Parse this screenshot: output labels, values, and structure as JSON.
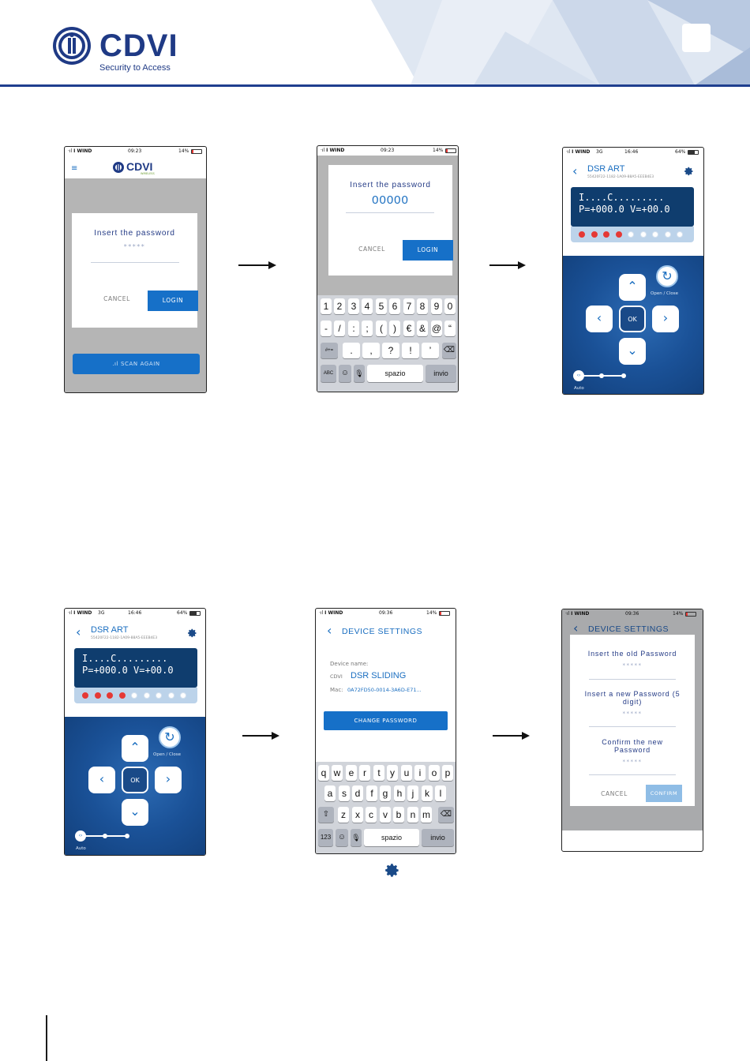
{
  "header": {
    "logo_text": "CDVI",
    "tagline": "Security to Access",
    "colors": {
      "brand": "#1f3a85",
      "accent": "#1670c8"
    }
  },
  "status": {
    "carrier": "I WIND",
    "time_a": "09:23",
    "battery_a": "14%",
    "network_3g": "3G",
    "time_b": "16:46",
    "battery_b": "64%",
    "time_c": "09:36"
  },
  "screen_login": {
    "brand": "CDVI",
    "brand_sub": "WIRELESS",
    "dialog_title": "Insert the password",
    "stars": "*****",
    "cancel": "CANCEL",
    "login": "LOGIN",
    "scan_again": "SCAN AGAIN"
  },
  "screen_login_typed": {
    "dialog_title": "Insert the password",
    "value": "00000",
    "cancel": "CANCEL",
    "login": "LOGIN"
  },
  "keyboard_numeric": {
    "row1": [
      "1",
      "2",
      "3",
      "4",
      "5",
      "6",
      "7",
      "8",
      "9",
      "0"
    ],
    "row2": [
      "-",
      "/",
      ":",
      ";",
      "(",
      ")",
      "€",
      "&",
      "@",
      "“"
    ],
    "row3_left": "#+=",
    "row3": [
      ".",
      ",",
      "?",
      "!",
      "’"
    ],
    "abc": "ABC",
    "space": "spazio",
    "enter": "invio"
  },
  "keyboard_alpha": {
    "row1": [
      "q",
      "w",
      "e",
      "r",
      "t",
      "y",
      "u",
      "i",
      "o",
      "p"
    ],
    "row2": [
      "a",
      "s",
      "d",
      "f",
      "g",
      "h",
      "j",
      "k",
      "l"
    ],
    "row3": [
      "z",
      "x",
      "c",
      "v",
      "b",
      "n",
      "m"
    ],
    "num": "123",
    "space": "spazio",
    "enter": "invio"
  },
  "control": {
    "device_name": "DSR ART",
    "device_id": "55420F22-1182-1A09-88A5-EEEB4E3",
    "lcd_line1": "I....C.........",
    "lcd_line2": "P=+000.0 V=+00.0",
    "leds": [
      true,
      true,
      true,
      true,
      false,
      false,
      false,
      false,
      false
    ],
    "ok": "OK",
    "open_close": "Open / Close",
    "auto": "Auto",
    "icons": [
      "chevron-up-icon",
      "chevron-down-icon",
      "chevron-left-icon",
      "chevron-right-icon",
      "refresh-icon",
      "gear-icon"
    ]
  },
  "device_settings": {
    "title": "DEVICE SETTINGS",
    "device_name_label": "Device name:",
    "prefix": "CDVI",
    "name": "DSR SLIDING",
    "mac_label": "Mac:",
    "mac": "0A72FD50-0014-3A6D-E71...",
    "change_password": "CHANGE PASSWORD"
  },
  "change_password_dialog": {
    "title": "DEVICE SETTINGS",
    "old_label": "Insert the old Password",
    "new_label": "Insert a new Password (5 digit)",
    "confirm_label": "Confirm the new Password",
    "stars": "*****",
    "cancel": "CANCEL",
    "confirm": "CONFIRM"
  }
}
